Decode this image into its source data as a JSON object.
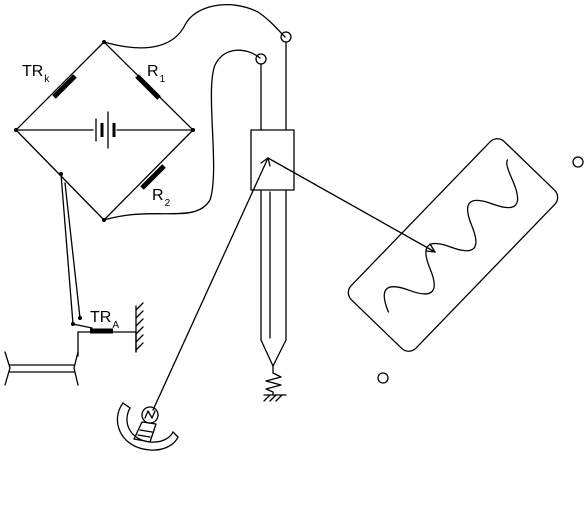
{
  "labels": {
    "trk_main": "TR",
    "trk_sub": "k",
    "r1_main": "R",
    "r1_sub": "1",
    "r2_main": "R",
    "r2_sub": "2",
    "tra_main": "TR",
    "tra_sub": "A"
  },
  "colors": {
    "stroke": "#000000",
    "background": "#ffffff"
  }
}
